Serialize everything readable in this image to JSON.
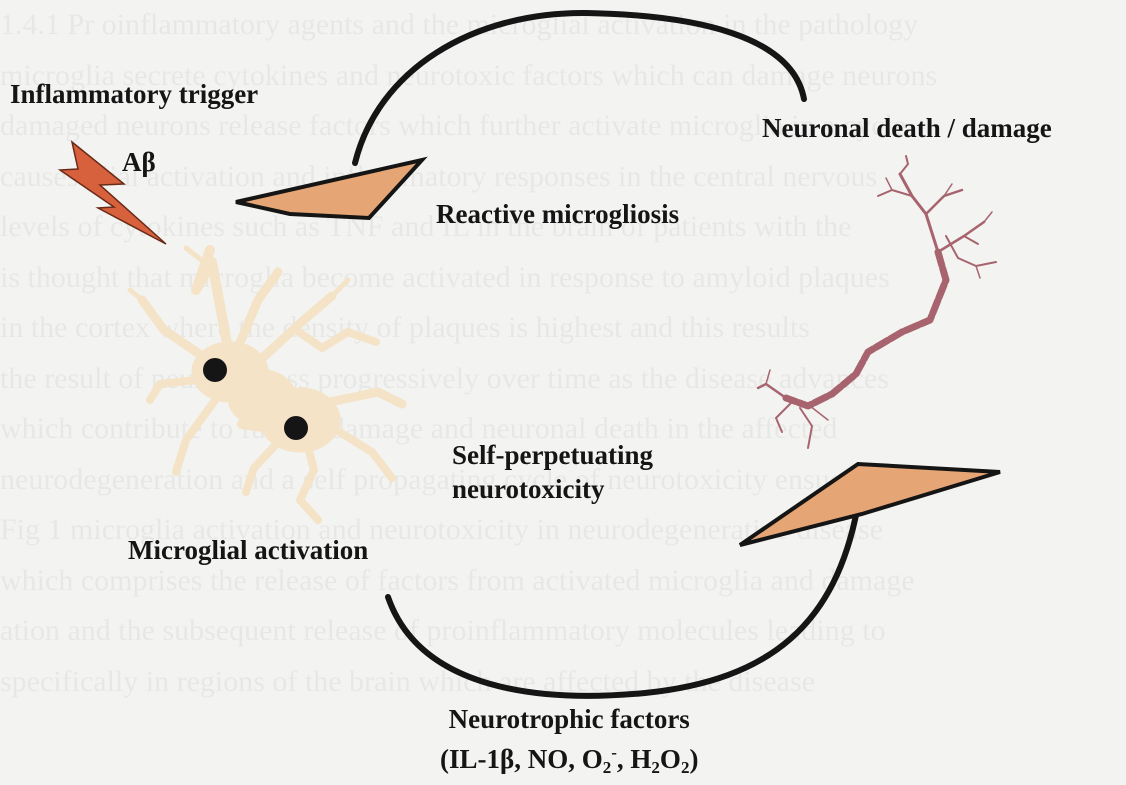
{
  "labels": {
    "inflammatory_trigger": "Inflammatory trigger",
    "abeta": "Aβ",
    "neuronal_death": "Neuronal death / damage",
    "reactive_microgliosis": "Reactive microgliosis",
    "self_perpetuating_line1": "Self-perpetuating",
    "self_perpetuating_line2": "neurotoxicity",
    "microglial_activation": "Microglial activation",
    "neurotrophic_factors": "Neurotrophic factors"
  },
  "factors_list": {
    "open": "(IL-1β, NO, O",
    "o2_sub": "2",
    "o2_sup": "-",
    "mid": ", H",
    "h_sub": "2",
    "o": "O",
    "o_sub": "2",
    "close": ")"
  },
  "colors": {
    "background": "#f3f3f1",
    "arrowhead_fill": "#e6a574",
    "lightning_fill": "#d6613c",
    "microglia_fill": "#f4e3c6",
    "neuron_fill": "#a8646e",
    "outline": "#151515"
  }
}
